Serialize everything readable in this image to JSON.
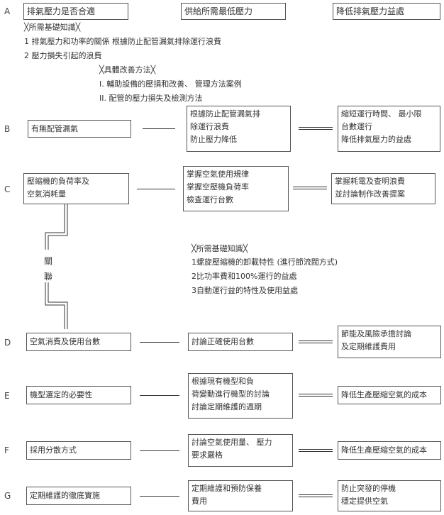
{
  "row_a": {
    "label": "A",
    "box1": "排氣壓力是否合適",
    "box2": "供給所需最低壓力",
    "box3": "降低排氣壓力益處"
  },
  "note1": {
    "title": "╳所需基礎知識╳",
    "line1": "1 排氣壓力和功率的關係 根據防止配管漏氣排除運行浪費",
    "line2": "2 壓力損失引起的浪費"
  },
  "note2": {
    "title": "╳具體改善方法╳",
    "line1": "I. 輔助設備的壓損和改善、 管理方法案例",
    "line2": "II. 配管的壓力損失及檢測方法"
  },
  "row_b": {
    "label": "B",
    "box1": "有無配管漏氣",
    "box2": [
      "根據防止配管漏氣排",
      "除運行浪費",
      "防止壓力降低"
    ],
    "box3": [
      "縮短運行時間、 最小限",
      "台數運行",
      "降低排氣壓力的益處"
    ]
  },
  "row_c": {
    "label": "C",
    "box1": [
      "壓縮機的負荷率及",
      "空氣消耗量"
    ],
    "box2": [
      "掌握空氣使用規律",
      "掌握空壓機負荷率",
      "檢查運行台數"
    ],
    "box3": [
      "掌握耗電及查明浪費",
      "並討論制作改善提案"
    ]
  },
  "link": {
    "char1": "關",
    "char2": "聯"
  },
  "note3": {
    "title": "╳所需基礎知識╳",
    "line1": "1螺旋壓縮機的卸載特性 (進行節流閥方式)",
    "line2": "2比功率費和100%運行的益處",
    "line3": "3自動運行益的特性及使用益處"
  },
  "row_d": {
    "label": "D",
    "box1": "空氣消費及使用台數",
    "box2": "討論正確使用台數",
    "box3": [
      "節能及風險承擔討論",
      "及定期維護費用"
    ]
  },
  "row_e": {
    "label": "E",
    "box1": "機型選定的必要性",
    "box2": [
      "根據現有機型和負",
      "荷變動進行機型的討論",
      "討論定期維護的週期"
    ],
    "box3": "降低生產壓縮空氣的成本"
  },
  "row_f": {
    "label": "F",
    "box1": "採用分散方式",
    "box2": [
      "討論空氣使用量、 壓力",
      "要求嚴格"
    ],
    "box3": "降低生產壓縮空氣的成本"
  },
  "row_g": {
    "label": "G",
    "box1": "定期維護的徹底實施",
    "box2": [
      "定期維護和預防保養",
      "費用"
    ],
    "box3": [
      "防止突發的停機",
      "穩定提供空氣"
    ]
  }
}
